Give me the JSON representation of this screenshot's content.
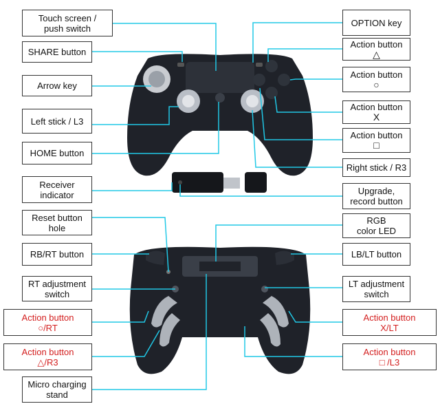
{
  "labels": {
    "touch_screen": [
      "Touch screen /",
      "push switch"
    ],
    "share_button": [
      "SHARE button"
    ],
    "arrow_key": [
      "Arrow key"
    ],
    "left_stick": [
      "Left stick / L3"
    ],
    "home_button": [
      "HOME button"
    ],
    "receiver_indicator": [
      "Receiver",
      "indicator"
    ],
    "option_key": [
      "OPTION key"
    ],
    "action_triangle": [
      "Action button",
      "△"
    ],
    "action_circle": [
      "Action button",
      "○"
    ],
    "action_x": [
      "Action button",
      "X"
    ],
    "action_square": [
      "Action button",
      "□"
    ],
    "right_stick": [
      "Right stick / R3"
    ],
    "upgrade_record": [
      "Upgrade,",
      "record button"
    ],
    "reset_hole": [
      "Reset button",
      "hole"
    ],
    "rb_rt": [
      "RB/RT button"
    ],
    "rt_adjust": [
      "RT adjustment",
      "switch"
    ],
    "back_circle_rt": [
      "Action button",
      "○/RT"
    ],
    "back_triangle_r3": [
      "Action button",
      "△/R3"
    ],
    "micro_charging": [
      "Micro charging",
      "stand"
    ],
    "rgb_led": [
      "RGB",
      "color LED"
    ],
    "lb_lt": [
      "LB/LT button"
    ],
    "lt_adjust": [
      "LT adjustment",
      "switch"
    ],
    "back_x_lt": [
      "Action button",
      "X/LT"
    ],
    "back_square_l3": [
      "Action button",
      "□ /L3"
    ]
  },
  "colors": {
    "leader_line": "#20c8e6",
    "label_red": "#d31e1e",
    "controller_body": "#1f2229",
    "usb_receiver": "#15171b"
  }
}
